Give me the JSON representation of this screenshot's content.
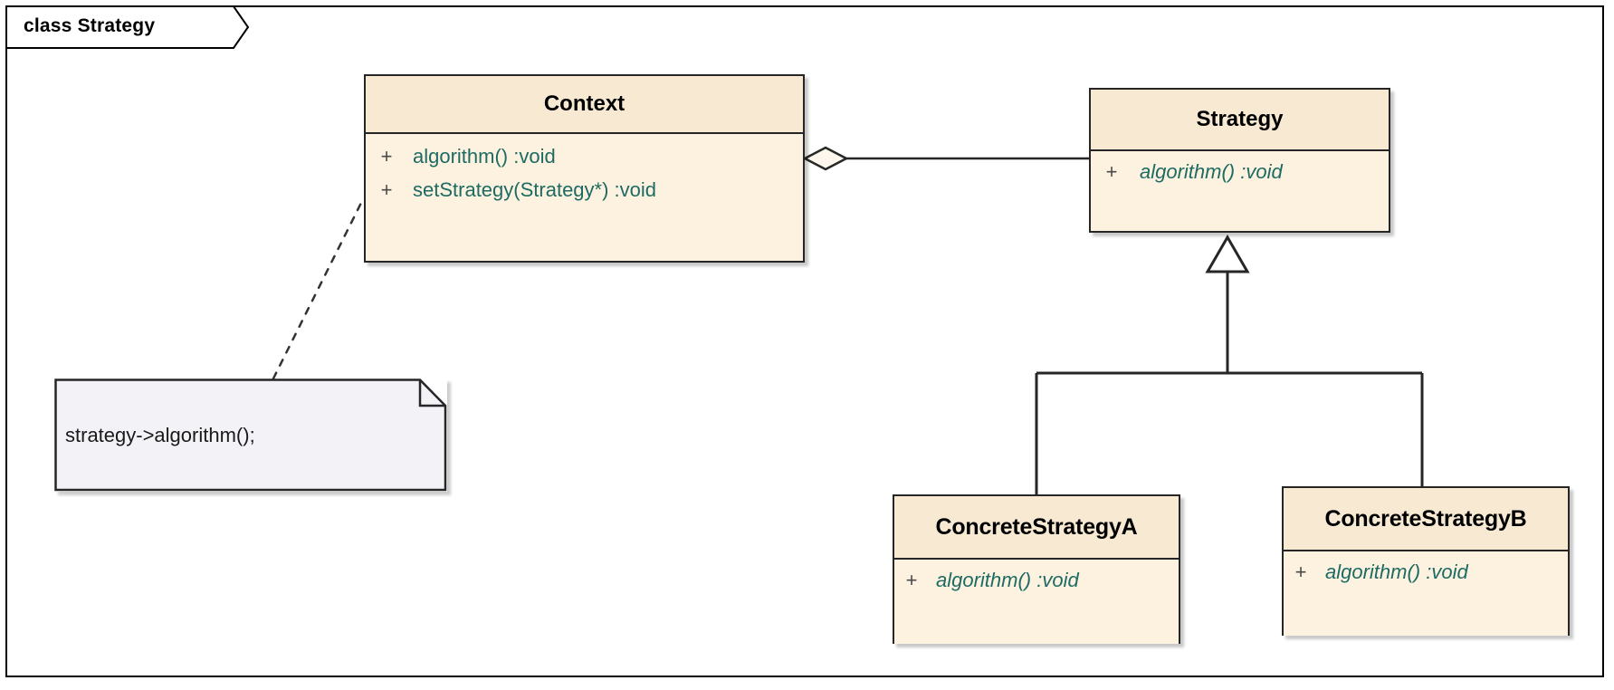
{
  "frame": {
    "label": "class Strategy"
  },
  "classes": [
    {
      "id": "context",
      "name": "Context",
      "abstract": false,
      "operations": [
        {
          "visibility": "+",
          "signature": "algorithm()  :void"
        },
        {
          "visibility": "+",
          "signature": "setStrategy(Strategy*)  :void"
        }
      ]
    },
    {
      "id": "strategy",
      "name": "Strategy",
      "abstract": true,
      "operations": [
        {
          "visibility": "+",
          "signature": "algorithm()  :void"
        }
      ]
    },
    {
      "id": "concrete-a",
      "name": "ConcreteStrategyA",
      "abstract": false,
      "operations": [
        {
          "visibility": "+",
          "signature": "algorithm()  :void"
        }
      ]
    },
    {
      "id": "concrete-b",
      "name": "ConcreteStrategyB",
      "abstract": false,
      "operations": [
        {
          "visibility": "+",
          "signature": "algorithm()  :void"
        }
      ]
    }
  ],
  "note": {
    "text": "strategy->algorithm();"
  },
  "relationships": [
    {
      "kind": "aggregation",
      "from": "Context",
      "to": "Strategy"
    },
    {
      "kind": "generalization",
      "from": "ConcreteStrategyA",
      "to": "Strategy"
    },
    {
      "kind": "generalization",
      "from": "ConcreteStrategyB",
      "to": "Strategy"
    },
    {
      "kind": "note-anchor",
      "from": "note",
      "to": "Context"
    }
  ],
  "colors": {
    "class_fill": "#fdf2e0",
    "class_header_fill": "#f8e9d2",
    "class_border": "#262626",
    "operation_text": "#1d6b63",
    "note_fill": "#f2f2f7",
    "note_border": "#262626",
    "line": "#262626",
    "background": "#ffffff"
  }
}
